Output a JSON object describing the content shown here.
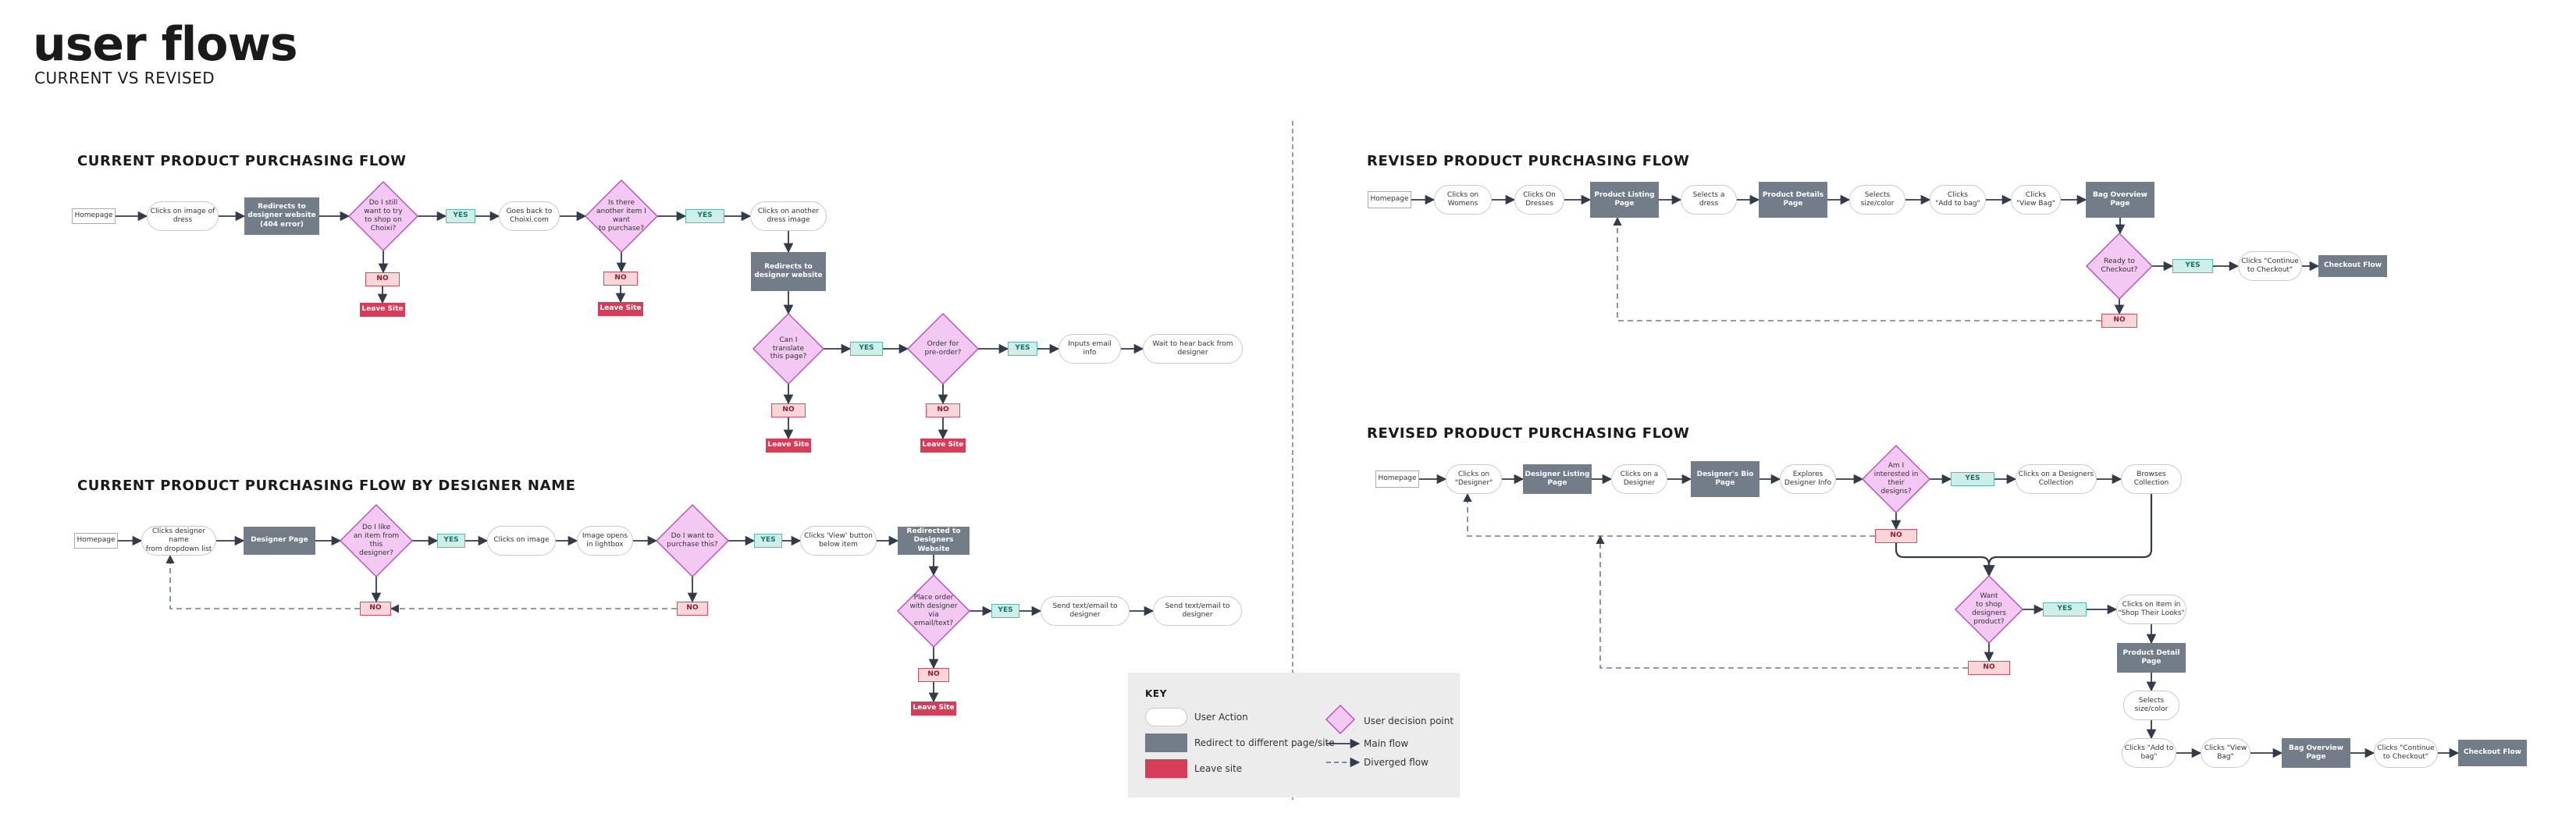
{
  "header": {
    "title": "user flows",
    "subtitle": "CURRENT VS REVISED"
  },
  "sections": {
    "current": "CURRENT PRODUCT PURCHASING FLOW",
    "current_designer": "CURRENT PRODUCT PURCHASING FLOW BY DESIGNER NAME",
    "revised_1": "REVISED PRODUCT PURCHASING FLOW",
    "revised_2": "REVISED PRODUCT PURCHASING FLOW"
  },
  "nodes": {
    "a_home": "Homepage",
    "a_clicks_image": "Clicks on image of\ndress",
    "a_redirect_404": "Redirects to\ndesigner website\n(404 error)",
    "a_d_still_want": "Do I still\nwant to try\nto shop on\nChoixi?",
    "a_yes1": "YES",
    "a_no1": "NO",
    "a_leave1": "Leave Site",
    "a_goes_back": "Goes back to\nChoixi.com",
    "a_d_another": "Is there\nanother item I want\nto purchase?",
    "a_yes2": "YES",
    "a_no2": "NO",
    "a_leave2": "Leave Site",
    "a_clicks_another": "Clicks on another\ndress image",
    "a_redirect_designer": "Redirects to\ndesigner website",
    "a_d_translate": "Can I translate\nthis page?",
    "a_yes3": "YES",
    "a_no3": "NO",
    "a_leave3": "Leave Site",
    "a_d_preorder": "Order for\npre-order?",
    "a_yes4": "YES",
    "a_no4": "NO",
    "a_leave4": "Leave Site",
    "a_inputs_email": "Inputs email\ninfo",
    "a_wait": "Wait to hear back from\ndesigner",
    "b_home": "Homepage",
    "b_clicks_name": "Clicks designer name\nfrom dropdown list",
    "b_designer_page": "Designer Page",
    "b_d_like": "Do I like\nan item from this\ndesigner?",
    "b_yes1": "YES",
    "b_no1": "NO",
    "b_clicks_image": "Clicks on image",
    "b_lightbox": "Image opens\nin lightbox",
    "b_d_purchase": "Do I want to\npurchase this?",
    "b_yes2": "YES",
    "b_no2": "NO",
    "b_view_button": "Clicks 'View' button\nbelow item",
    "b_redirect_website": "Redirected to\nDesigners Website",
    "b_d_place_order": "Place order\nwith designer\nvia email/text?",
    "b_yes3": "YES",
    "b_no3": "NO",
    "b_leave": "Leave Site",
    "b_send1": "Send text/email to\ndesigner",
    "b_send2": "Send text/email to\ndesigner",
    "c_home": "Homepage",
    "c_womens": "Clicks on\nWomens",
    "c_dresses": "Clicks On\nDresses",
    "c_listing": "Product Listing\nPage",
    "c_selects_dress": "Selects a\ndress",
    "c_details": "Product Details\nPage",
    "c_size": "Selects\nsize/color",
    "c_add_bag": "Clicks\n\"Add to bag\"",
    "c_view_bag": "Clicks\n\"View Bag\"",
    "c_bag_overview": "Bag Overview\nPage",
    "c_d_ready": "Ready to\nCheckout?",
    "c_yes": "YES",
    "c_no": "NO",
    "c_continue": "Clicks \"Continue\nto Checkout\"",
    "c_checkout": "Checkout Flow",
    "d_home": "Homepage",
    "d_designer": "Clicks on\n\"Designer\"",
    "d_listing": "Designer Listing\nPage",
    "d_clicks_designer": "Clicks on a\nDesigner",
    "d_bio": "Designer's Bio\nPage",
    "d_explores": "Explores\nDesigner Info",
    "d_d_interested": "Am I\ninterested in their\ndesigns?",
    "d_yes1": "YES",
    "d_no1": "NO",
    "d_collection": "Clicks on a Designers\nCollection",
    "d_browses": "Browses\nCollection",
    "d_d_want": "Want\nto shop designers\nproduct?",
    "d_yes2": "YES",
    "d_no2": "NO",
    "d_shop_looks": "Clicks on Item in\n\"Shop Their Looks\"",
    "d_detail": "Product Detail\nPage",
    "d_size": "Selects\nsize/color",
    "d_add_bag": "Clicks \"Add to\nbag\"",
    "d_view_bag": "Clicks \"View\nBag\"",
    "d_bag_overview": "Bag Overview\nPage",
    "d_continue": "Clicks \"Continue\nto Checkout\"",
    "d_checkout": "Checkout Flow"
  },
  "key": {
    "title": "KEY",
    "user_action": "User Action",
    "redirect": "Redirect to different page/site",
    "leave": "Leave site",
    "decision": "User decision point",
    "main_flow": "Main flow",
    "diverged_flow": "Diverged flow"
  },
  "colors": {
    "redirect": "#737d8a",
    "decision_fill": "#f3c8f2",
    "decision_stroke": "#bb52c1",
    "yes_fill": "#cdeee9",
    "no_fill": "#fad5da",
    "leave": "#d63d59",
    "line": "#333a48",
    "dashed": "#6e7a8c"
  }
}
